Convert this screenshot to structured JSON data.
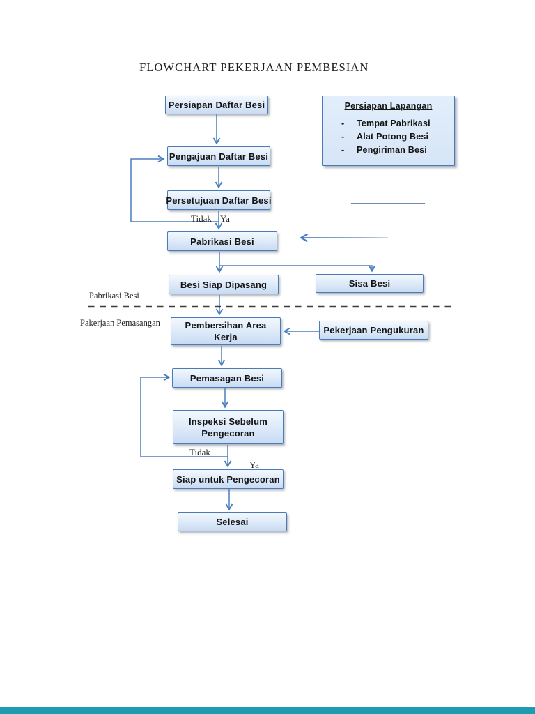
{
  "page": {
    "title": "FLOWCHART PEKERJAAN PEMBESIAN"
  },
  "nodes": {
    "persiapan_daftar_besi": "Persiapan Daftar Besi",
    "pengajuan_daftar_besi": "Pengajuan Daftar Besi",
    "persetujuan_daftar_besi": "Persetujuan Daftar Besi",
    "pabrikasi_besi": "Pabrikasi Besi",
    "besi_siap_dipasang": "Besi Siap Dipasang",
    "sisa_besi": "Sisa Besi",
    "pembersihan_area_kerja": "Pembersihan Area Kerja",
    "pekerjaan_pengukuran": "Pekerjaan Pengukuran",
    "pemasagan_besi": "Pemasagan Besi",
    "inspeksi_sebelum_pengecoran": "Inspeksi Sebelum Pengecoran",
    "siap_untuk_pengecoran": "Siap untuk Pengecoran",
    "selesai": "Selesai"
  },
  "decision_labels": {
    "persetujuan_tidak": "Tidak",
    "persetujuan_ya": "Ya",
    "inspeksi_tidak": "Tidak",
    "inspeksi_ya": "Ya"
  },
  "section_labels": {
    "atas": "Pabrikasi Besi",
    "bawah": "Pakerjaan Pemasangan"
  },
  "side_panel": {
    "title": "Persiapan Lapangan",
    "items": [
      "Tempat Pabrikasi",
      "Alat Potong Besi",
      "Pengiriman Besi"
    ]
  },
  "colors": {
    "box_border": "#4a7ab8",
    "box_fill_top": "#f3f8fd",
    "box_fill_bottom": "#c8dbf2",
    "connector": "#4a7ebd",
    "dashed_separator": "#3d3d3d",
    "bottom_bar": "#1e9db2"
  }
}
